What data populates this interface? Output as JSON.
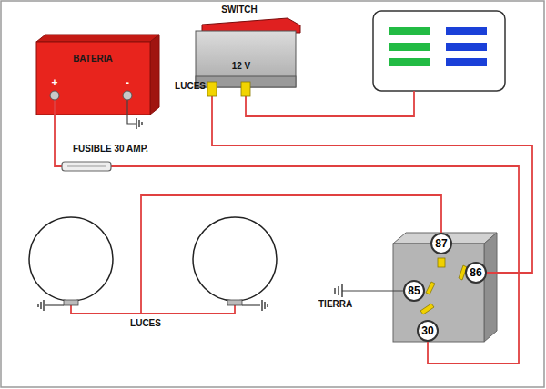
{
  "diagram": {
    "nodes": [
      {
        "text": [
          "BATERIA",
          "+",
          "-"
        ]
      },
      {
        "text": [
          "SWITCH",
          "12 V"
        ]
      },
      {
        "text": [
          "87"
        ]
      },
      {
        "text": [
          "85"
        ]
      },
      {
        "text": [
          "86"
        ]
      },
      {
        "text": [
          "30"
        ]
      }
    ],
    "edges": [
      {
        "from": 0,
        "to": 5,
        "arrow": "none"
      },
      {
        "from": 1,
        "to": 4,
        "arrow": "none"
      }
    ],
    "labels": [
      "LUCES",
      "FUSIBLE 30 AMP.",
      "TIERRA",
      "LUCES"
    ]
  }
}
